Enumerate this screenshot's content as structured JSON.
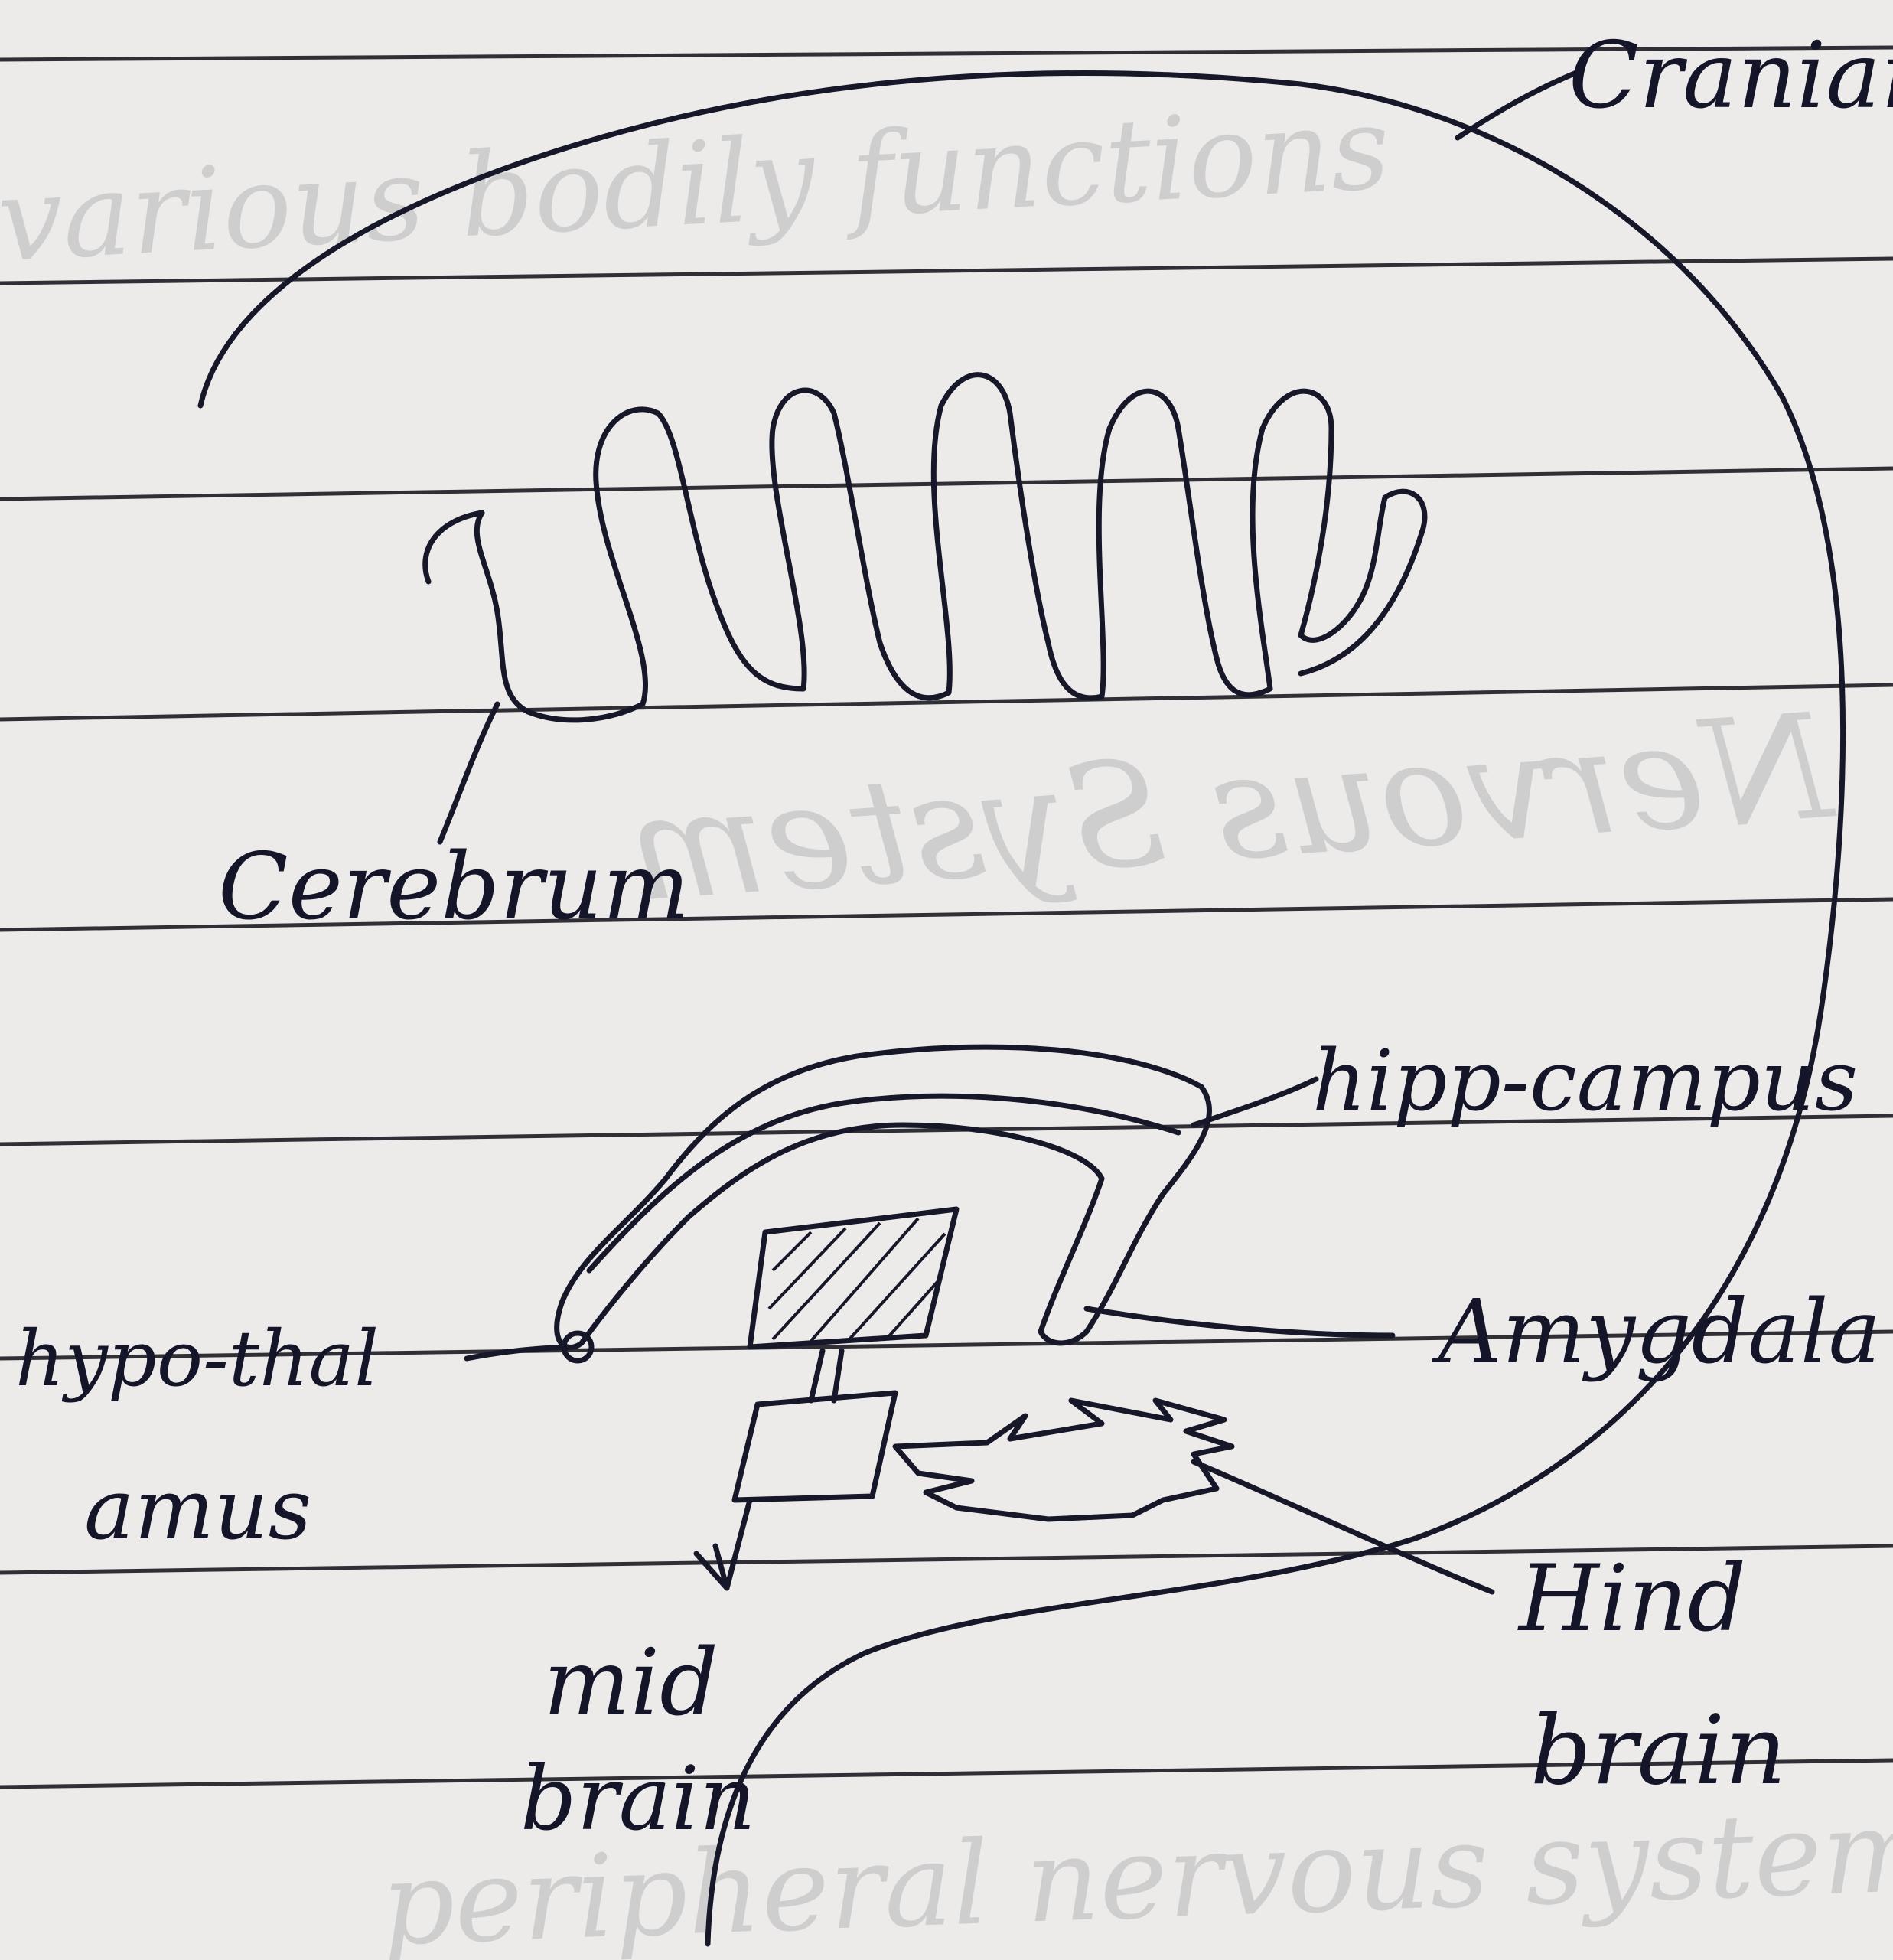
{
  "labels": {
    "cranian": "Cranian",
    "cerebrum": "Cerebrum",
    "hippocampus": "hipp-campus",
    "amygdala": "Amygdala",
    "hypothalamus_line1": "hypo-thal",
    "hypothalamus_line2": "amus",
    "mid_brain_line1": "mid",
    "mid_brain_line2": "brain",
    "hind_brain_line1": "Hind",
    "hind_brain_line2": "brain"
  },
  "background_text": {
    "line1": "Nervous System",
    "line2": "various bodily functions",
    "line3": "peripheral nervous system"
  },
  "colors": {
    "paper": "#ecebe9",
    "ink": "#17172a",
    "ghost_ink": "#b9b7ba",
    "rule": "#1b1b22"
  }
}
